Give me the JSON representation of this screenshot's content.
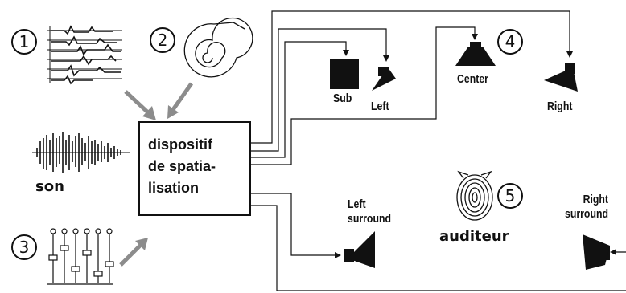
{
  "device": {
    "lines": [
      "dispositif",
      "de spatia-",
      "lisation"
    ]
  },
  "inputs": {
    "sound_label": "son"
  },
  "speakers": {
    "sub": "Sub",
    "left": "Left",
    "center": "Center",
    "right": "Right",
    "left_surround": [
      "Left",
      "surround"
    ],
    "right_surround": [
      "Right",
      "surround"
    ]
  },
  "listener": {
    "label": "auditeur"
  },
  "markers": [
    "1",
    "2",
    "3",
    "4",
    "5"
  ]
}
